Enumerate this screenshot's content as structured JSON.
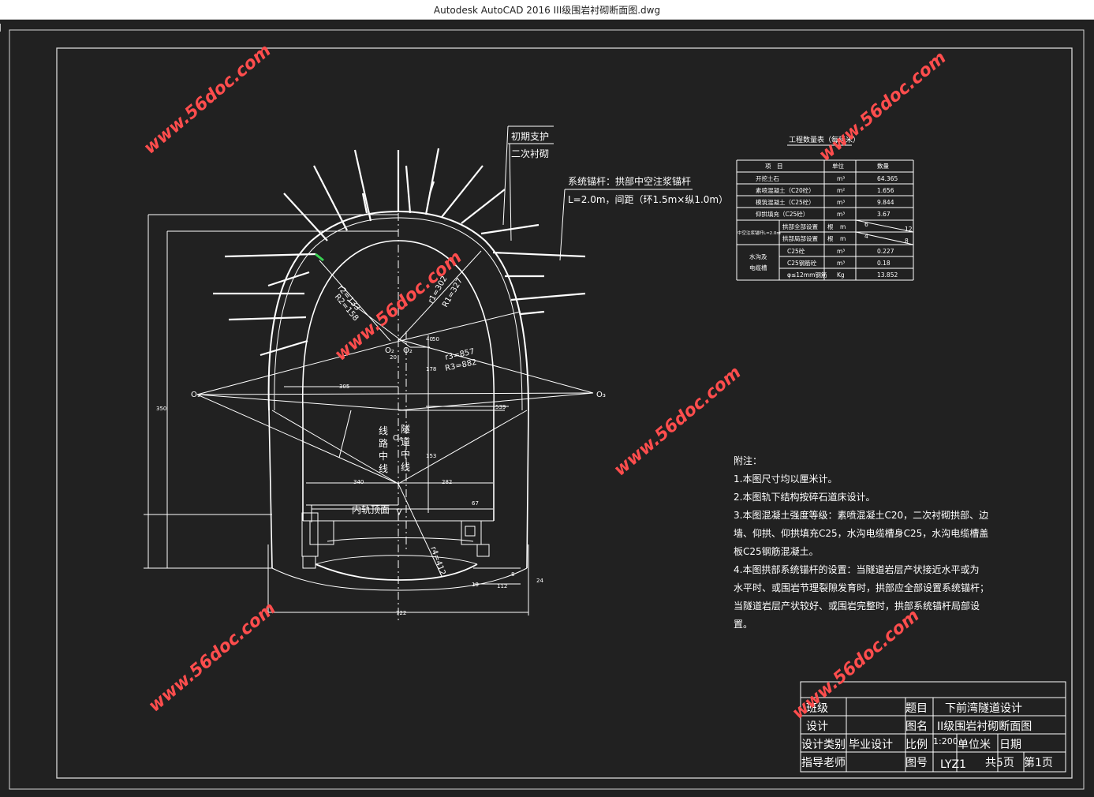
{
  "window": {
    "title": "Autodesk AutoCAD 2016     III级围岩衬砌断面图.dwg"
  },
  "watermark": "www.56doc.com",
  "colors": {
    "background": "#212121",
    "lines": "#ffffff",
    "highlight": "#39d353"
  },
  "callouts": {
    "layer1": "初期支护",
    "layer2": "二次衬砌",
    "bolt_title": "系统锚杆：拱部中空注浆锚杆",
    "bolt_spec": "L=2.0m，间距（环1.5m×纵1.0m）"
  },
  "drawing_labels": {
    "r1": "r1=302",
    "R1": "R1=327",
    "r2": "r2=133",
    "R2": "R2=158",
    "r3": "r3=857",
    "R3": "R3=882",
    "r4": "r4=412",
    "O1": "O₁",
    "O2a": "O₂",
    "O2b": "O₂",
    "O3": "O₃",
    "O4": "O₄",
    "route_center": "线路中线",
    "tunnel_center": "隧道中线",
    "rail_top": "内轨顶面",
    "dims": [
      "722",
      "340",
      "282",
      "539",
      "305",
      "112",
      "13",
      "24",
      "8",
      "67",
      "153",
      "350",
      "178",
      "40",
      "20",
      "50"
    ]
  },
  "quantity_table": {
    "title": "工程数量表（每延米）",
    "headers": [
      "项　目",
      "单位",
      "数量"
    ],
    "rows": [
      {
        "item": "开挖土石",
        "unit": "m³",
        "qty": "64.365"
      },
      {
        "item": "素喷混凝土（C20砼）",
        "unit": "m²",
        "qty": "1.656"
      },
      {
        "item": "模筑混凝土（C25砼）",
        "unit": "m³",
        "qty": "9.844"
      },
      {
        "item": "仰拱填充（C25砼）",
        "unit": "m³",
        "qty": "3.67"
      }
    ],
    "bolt_group": "中空注浆锚杆L=2.0m",
    "bolt_rows": [
      {
        "item": "拱部全部设置",
        "a": "根",
        "b": "m",
        "n1": "6",
        "n2": "12"
      },
      {
        "item": "拱部局部设置",
        "a": "根",
        "b": "m",
        "n1": "4",
        "n2": "8"
      }
    ],
    "drain_group": "水沟及电缆槽",
    "drain_rows": [
      {
        "item": "C25砼",
        "unit": "m³",
        "qty": "0.227"
      },
      {
        "item": "C25钢筋砼",
        "unit": "m³",
        "qty": "0.18"
      },
      {
        "item": "φ≤12mm钢筋",
        "unit": "Kg",
        "qty": "13.852"
      }
    ]
  },
  "notes": {
    "title": "附注：",
    "lines": [
      "1.本图尺寸均以厘米计。",
      "2.本图轨下结构按碎石道床设计。",
      "3.本图混凝土强度等级：素喷混凝土C20，二次衬砌拱部、边",
      "墙、仰拱、仰拱填充C25，水沟电缆槽身C25，水沟电缆槽盖",
      "板C25钢筋混凝土。",
      "4.本图拱部系统锚杆的设置：当隧道岩层产状接近水平或为",
      "水平时、或围岩节理裂隙发育时，拱部应全部设置系统锚杆；",
      "当隧道岩层产状较好、或围岩完整时，拱部系统锚杆局部设",
      "置。"
    ]
  },
  "title_block": {
    "class_label": "班级",
    "design_label": "设计",
    "type_label": "设计类别",
    "type_value": "毕业设计",
    "advisor_label": "指导老师",
    "topic_label": "题目",
    "topic_value": "下前湾隧道设计",
    "name_label": "图名",
    "name_value": "II级围岩衬砌断面图",
    "scale_label": "比例",
    "scale_value": "1:200",
    "unit_value": "单位米",
    "date_label": "日期",
    "no_label": "图号",
    "no_value": "LYZ1",
    "total_pages": "共5页",
    "page": "第1页"
  }
}
